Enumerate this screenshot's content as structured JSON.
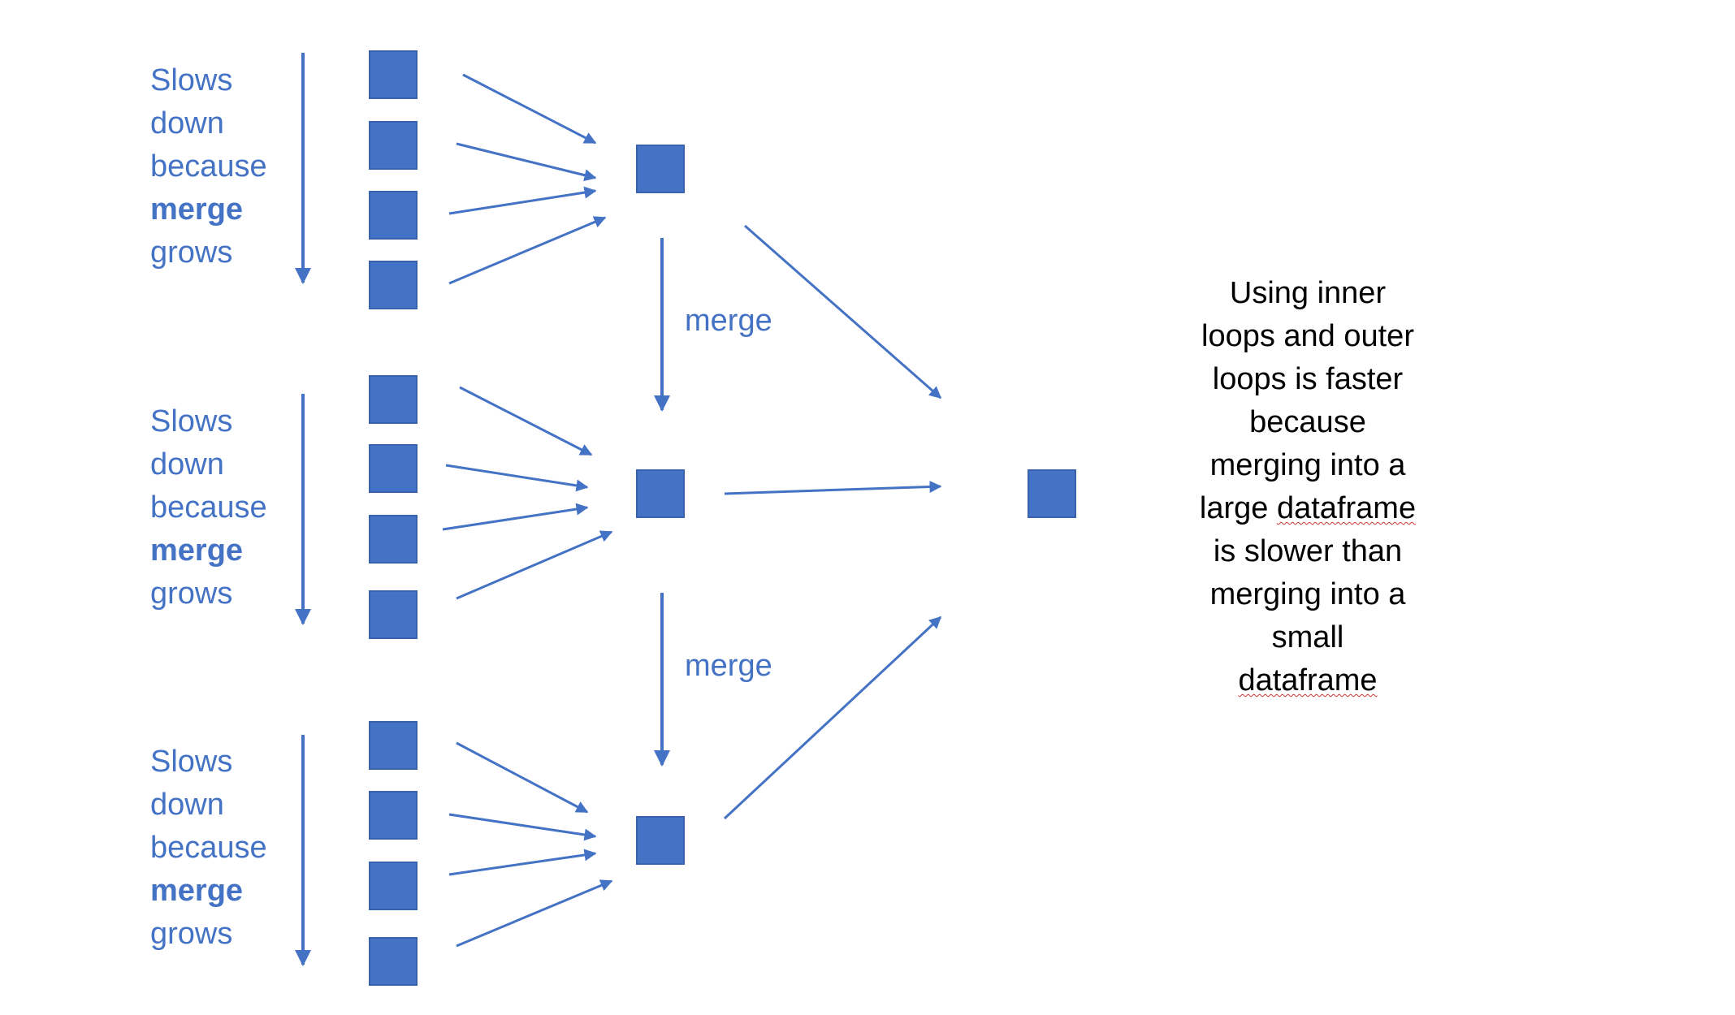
{
  "colors": {
    "accent": "#4472C4",
    "text": "#000000",
    "spell_underline": "#d23232"
  },
  "groups": [
    {
      "label_lines": [
        "Slows",
        "down",
        "because",
        "merge",
        "grows"
      ],
      "bold_index": 3
    },
    {
      "label_lines": [
        "Slows",
        "down",
        "because",
        "merge",
        "grows"
      ],
      "bold_index": 3
    },
    {
      "label_lines": [
        "Slows",
        "down",
        "because",
        "merge",
        "grows"
      ],
      "bold_index": 3
    }
  ],
  "merge_labels": [
    "merge",
    "merge"
  ],
  "note": {
    "lines": [
      "Using inner",
      "loops and outer",
      "loops is faster",
      "because",
      "merging into a",
      "large dataframe",
      "is slower than",
      "merging into a",
      "small",
      "dataframe"
    ],
    "squiggle_words": [
      "dataframe"
    ]
  }
}
